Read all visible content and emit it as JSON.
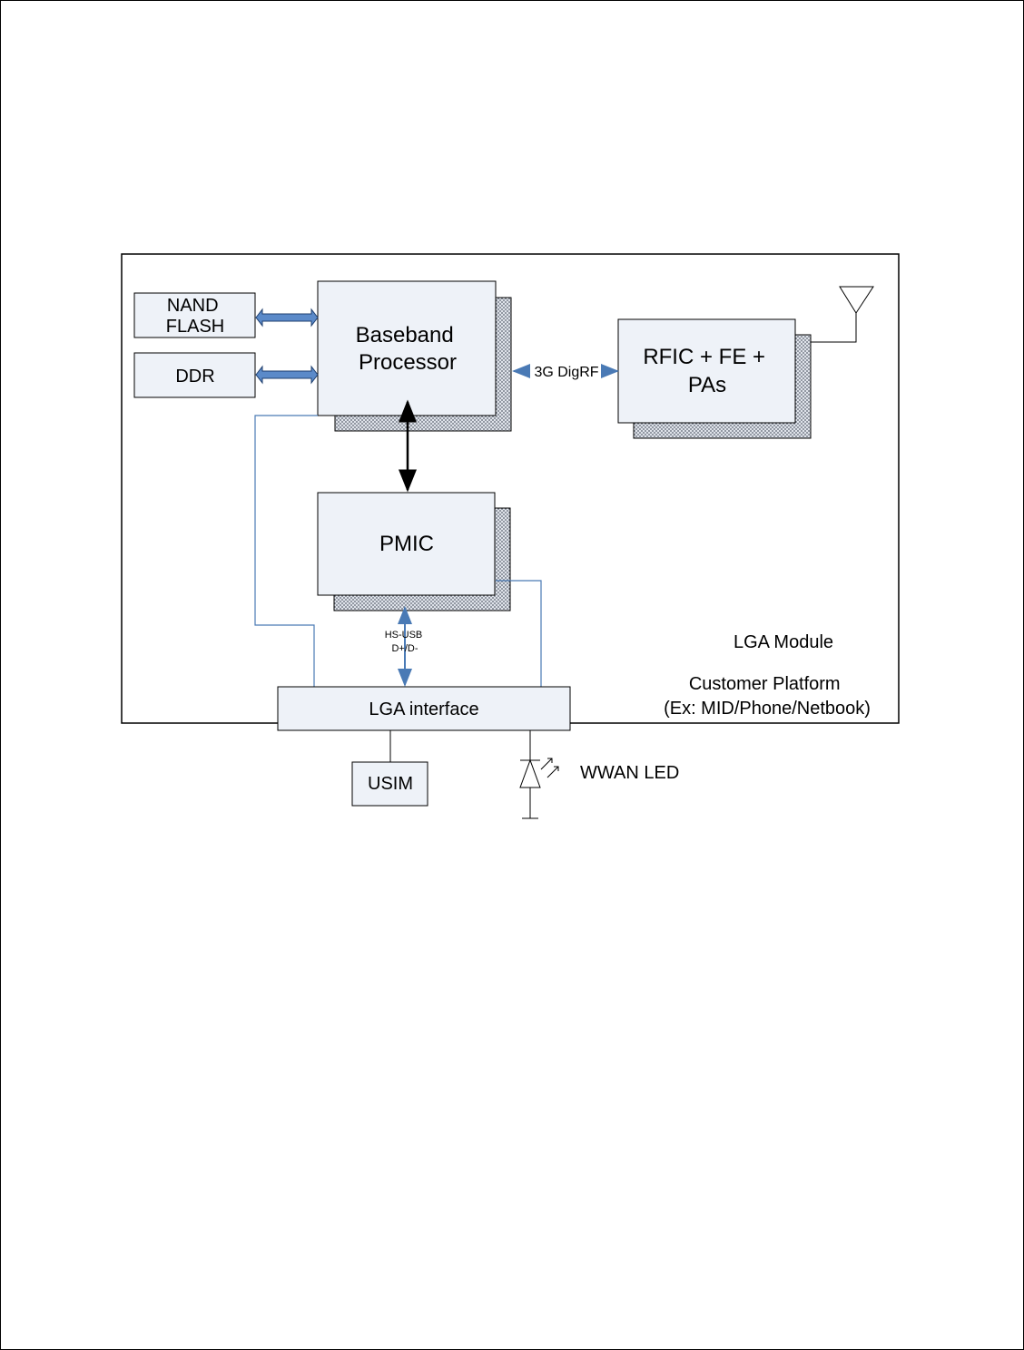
{
  "blocks": {
    "nand_flash": [
      "NAND",
      "FLASH"
    ],
    "ddr": "DDR",
    "baseband": [
      "Baseband",
      "Processor"
    ],
    "rfic": [
      "RFIC + FE +",
      "PAs"
    ],
    "pmic": "PMIC",
    "lga_interface": "LGA interface",
    "usim": "USIM"
  },
  "links": {
    "digrf": "3G DigRF",
    "hs_usb": [
      "HS-USB",
      "D+/D-"
    ]
  },
  "labels": {
    "lga_module": "LGA Module",
    "customer_platform": [
      "Customer Platform",
      "(Ex: MID/Phone/Netbook)"
    ],
    "wwan_led": "WWAN LED"
  },
  "colors": {
    "box_fill": "#eef2f8",
    "shadow_fill": "#c7cdd6",
    "link_blue": "#4a7ab5",
    "border": "#000000"
  }
}
